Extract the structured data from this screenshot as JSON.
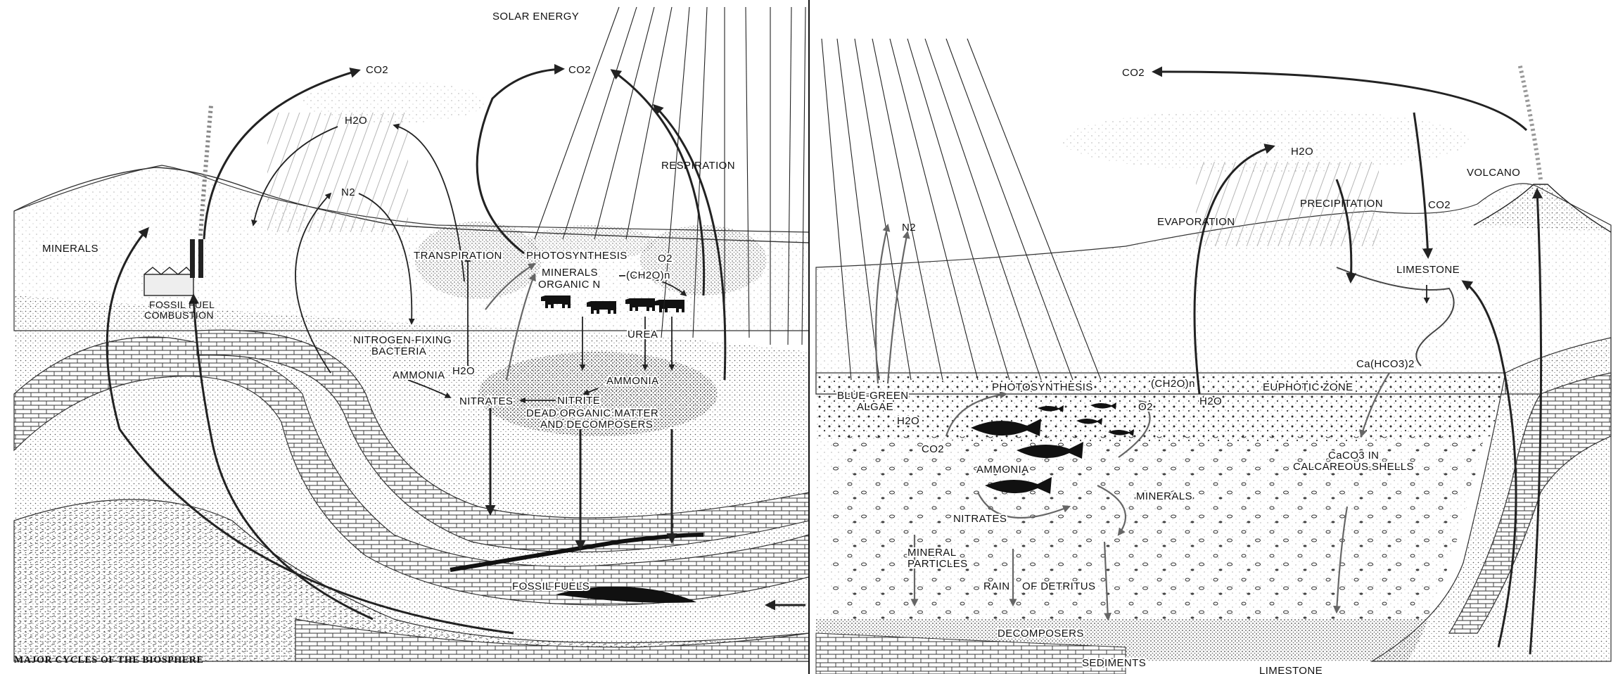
{
  "caption": "MAJOR CYCLES OF THE BIOSPHERE",
  "left_panel": {
    "solar_energy": "SOLAR ENERGY",
    "co2_factory": "CO2",
    "co2_top": "CO2",
    "h2o_cloud": "H2O",
    "n2": "N2",
    "minerals": "MINERALS",
    "fossil_fuel_combustion_1": "FOSSIL FUEL",
    "fossil_fuel_combustion_2": "COMBUSTION",
    "respiration": "RESPIRATION",
    "transpiration": "TRANSPIRATION",
    "photosynthesis": "PHOTOSYNTHESIS",
    "o2": "O2",
    "minerals_plant": "MINERALS",
    "organic_n": "ORGANIC N",
    "ch2o_n": "(CH2O)n",
    "urea": "UREA",
    "nitrogen_fixing_1": "NITROGEN-FIXING",
    "nitrogen_fixing_2": "BACTERIA",
    "ammonia_soil": "AMMONIA",
    "h2o_soil": "H2O",
    "nitrates": "NITRATES",
    "nitrite": "NITRITE",
    "ammonia_decomp": "AMMONIA",
    "dead_organic_1": "DEAD ORGANIC MATTER",
    "dead_organic_2": "AND DECOMPOSERS",
    "fossil_fuels": "FOSSIL FUELS"
  },
  "right_panel": {
    "co2_top": "CO2",
    "h2o_cloud": "H2O",
    "evaporation": "EVAPORATION",
    "precipitation": "PRECIPITATION",
    "co2_volcano": "CO2",
    "volcano": "VOLCANO",
    "limestone_top": "LIMESTONE",
    "n2": "N2",
    "ca_hco3": "Ca(HCO3)2",
    "blue_green_1": "BLUE-GREEN",
    "blue_green_2": "ALGAE",
    "photosynthesis": "PHOTOSYNTHESIS",
    "ch2o_n": "(CH2O)n",
    "euphotic_zone": "EUPHOTIC ZONE",
    "o2": "O2",
    "h2o_sea": "H2O",
    "h2o_right": "H2O",
    "co2_sea": "CO2",
    "ammonia": "AMMONIA",
    "nitrates": "NITRATES",
    "minerals": "MINERALS",
    "caco3_1": "CaCO3 IN",
    "caco3_2": "CALCAREOUS SHELLS",
    "mineral_particles_1": "MINERAL",
    "mineral_particles_2": "PARTICLES",
    "rain_of": "RAIN",
    "of_detritus": "OF DETRITUS",
    "decomposers": "DECOMPOSERS",
    "sediments": "SEDIMENTS",
    "limestone_bottom": "LIMESTONE"
  }
}
